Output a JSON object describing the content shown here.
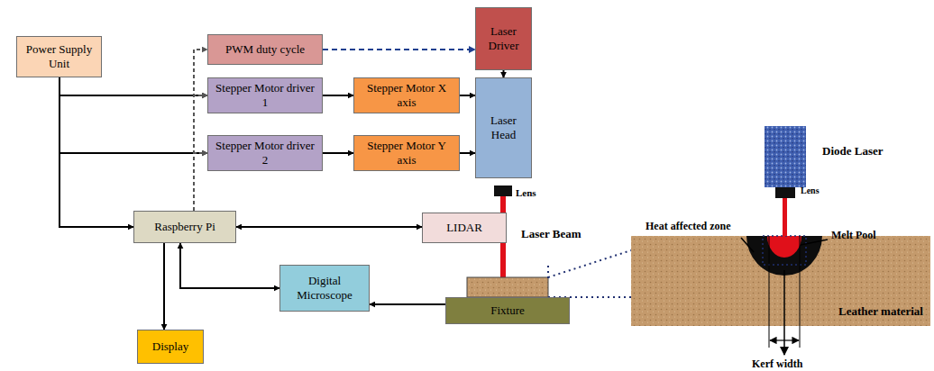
{
  "diagram": {
    "nodes": [
      {
        "text": [
          "Power Supply Unit"
        ]
      },
      {
        "text": [
          "PWM duty cycle"
        ]
      },
      {
        "text": [
          "Laser Driver"
        ]
      },
      {
        "text": [
          "Stepper Motor driver 1"
        ]
      },
      {
        "text": [
          "Stepper Motor X axis"
        ]
      },
      {
        "text": [
          "Laser Head"
        ]
      },
      {
        "text": [
          "Stepper Motor driver 2"
        ]
      },
      {
        "text": [
          "Stepper Motor Y axis"
        ]
      },
      {
        "text": [
          "Raspberry Pi"
        ]
      },
      {
        "text": [
          "LIDAR"
        ]
      },
      {
        "text": [
          "Digital Microscope"
        ]
      },
      {
        "text": [
          "Fixture"
        ]
      },
      {
        "text": [
          "Display"
        ]
      }
    ],
    "edges": [
      {
        "from": 0,
        "to": 3,
        "arrow": "to"
      },
      {
        "from": 0,
        "to": 6,
        "arrow": "to"
      },
      {
        "from": 0,
        "to": 8,
        "arrow": "to"
      },
      {
        "from": 8,
        "to": 1,
        "arrow": "to"
      },
      {
        "from": 8,
        "to": 3,
        "arrow": "to"
      },
      {
        "from": 8,
        "to": 6,
        "arrow": "to"
      },
      {
        "from": 1,
        "to": 2,
        "arrow": "to"
      },
      {
        "from": 2,
        "to": 5,
        "arrow": "to"
      },
      {
        "from": 3,
        "to": 4,
        "arrow": "to"
      },
      {
        "from": 6,
        "to": 7,
        "arrow": "to"
      },
      {
        "from": 4,
        "to": 5,
        "arrow": "to"
      },
      {
        "from": 7,
        "to": 5,
        "arrow": "to"
      },
      {
        "from": 8,
        "to": 9,
        "arrow": "both"
      },
      {
        "from": 8,
        "to": 10,
        "arrow": "both"
      },
      {
        "from": 11,
        "to": 10,
        "arrow": "to"
      },
      {
        "from": 8,
        "to": 12,
        "arrow": "to"
      }
    ],
    "labels": [
      "Lens",
      "Laser Beam",
      "Diode Laser",
      "Lens",
      "Heat affected zone",
      "Melt Pool",
      "Leather material",
      "Kerf width"
    ]
  }
}
